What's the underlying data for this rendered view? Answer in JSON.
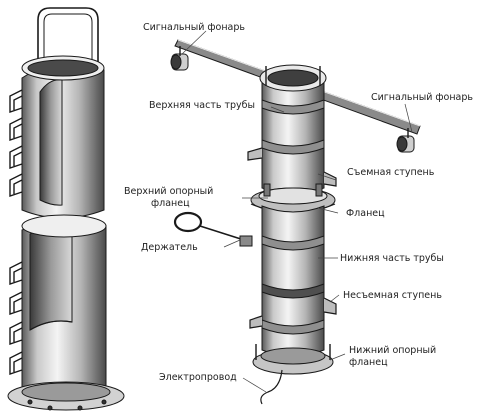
{
  "labels": {
    "signal_lamp_left": "Сигнальный фонарь",
    "signal_lamp_right": "Сигнальный фонарь",
    "upper_pipe": "Верхняя часть трубы",
    "removable_step": "Съемная ступень",
    "upper_flange_line1": "Верхний опорный",
    "upper_flange_line2": "фланец",
    "flange": "Фланец",
    "holder": "Держатель",
    "lower_pipe": "Нижняя часть трубы",
    "fixed_step": "Несъемная ступень",
    "lower_flange_line1": "Нижний опорный",
    "lower_flange_line2": "фланец",
    "electric_wire": "Электропровод"
  },
  "colors": {
    "ink": "#1a1a1a",
    "metal_light": "#f1f1f1",
    "metal_mid": "#bdbdbd",
    "metal_dark": "#555555"
  }
}
